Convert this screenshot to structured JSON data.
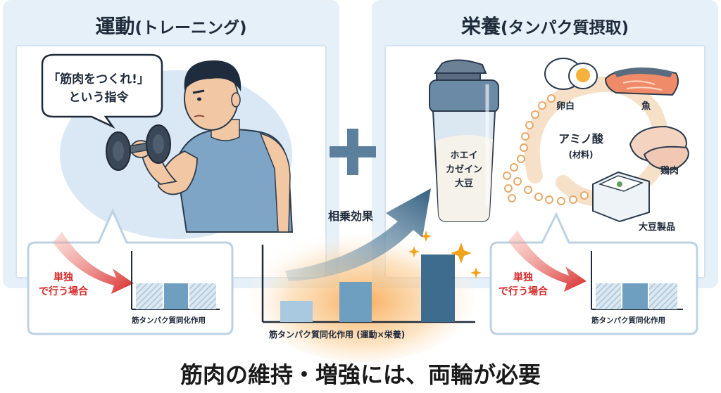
{
  "left_panel": {
    "title": "運動",
    "title_sub": "(トレーニング)",
    "speech_bubble": [
      "「筋肉をつくれ!」",
      "という指令"
    ],
    "solo_label": [
      "単独",
      "で行う場合"
    ],
    "chart_xlabel": "筋タンパク質同化作用"
  },
  "right_panel": {
    "title": "栄養",
    "title_sub": "(タンパク質摂取)",
    "shaker_label": [
      "ホエイ",
      "カゼイン",
      "大豆"
    ],
    "food_labels": {
      "egg": "卵白",
      "fish": "魚",
      "chicken": "鶏肉",
      "soy": "大豆製品"
    },
    "amino_label": [
      "アミノ酸",
      "(材料)"
    ],
    "solo_label": [
      "単独",
      "で行う場合"
    ],
    "chart_xlabel": "筋タンパク質同化作用"
  },
  "center": {
    "synergy_label": "相乗効果",
    "chart_xlabel": "筋タンパク質同化作用 (運動×栄養)"
  },
  "slogan": "筋肉の維持・増強には、両輪が必要",
  "colors": {
    "panel_bg": "#e6f0f8",
    "arrow_blue": "#3d6c8e",
    "bar_light": "#a9c9e0",
    "bar_mid": "#6e9fc1",
    "bar_dark": "#3d6c8e",
    "red": "#d62828",
    "glow": "#f7a44a"
  }
}
